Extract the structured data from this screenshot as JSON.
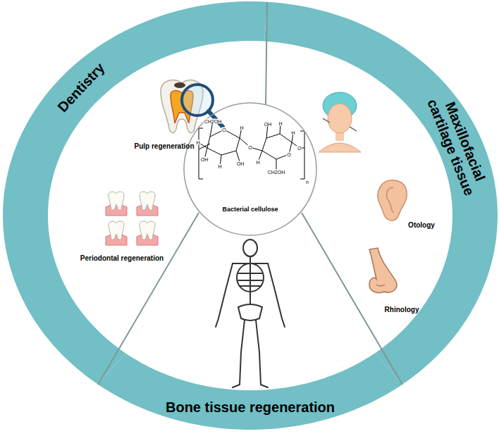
{
  "diagram": {
    "nodes": [
      {
        "text": [
          "Dentistry"
        ]
      },
      {
        "text": [
          "Maxillofacial cartilage tissue"
        ]
      },
      {
        "text": [
          "Bone tissue regeneration"
        ]
      },
      {
        "text": [
          "Bacterial cellulose"
        ]
      }
    ],
    "labels": [
      "Pulp regeneration",
      "CH2OH",
      "H",
      "O",
      "H",
      "OH",
      "H",
      "OH",
      "O",
      "OH",
      "H",
      "H",
      "H",
      "O",
      "O",
      "CH2OH",
      "n",
      "Periodontal regeneration",
      "Otology",
      "Rhinology"
    ]
  }
}
